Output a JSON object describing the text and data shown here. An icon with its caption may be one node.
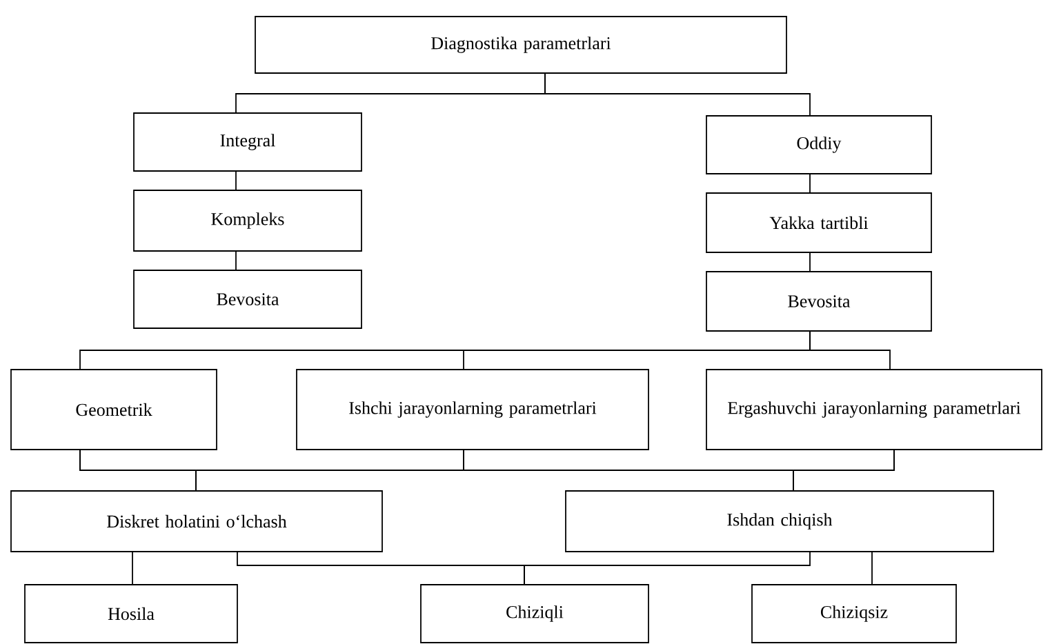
{
  "diagram": {
    "nodes": [
      {
        "text": [
          "Diagnostika parametrlari"
        ]
      },
      {
        "text": [
          "Integral"
        ]
      },
      {
        "text": [
          "Kompleks"
        ]
      },
      {
        "text": [
          "Bevosita"
        ]
      },
      {
        "text": [
          "Oddiy"
        ]
      },
      {
        "text": [
          "Yakka tartibli"
        ]
      },
      {
        "text": [
          "Bevosita"
        ]
      },
      {
        "text": [
          "Geometrik"
        ]
      },
      {
        "text": [
          "Ishchi jarayonlarning parametrlari"
        ]
      },
      {
        "text": [
          "Ergashuvchi jarayonlarning parametrlari"
        ]
      },
      {
        "text": [
          "Diskret holatini o‘lchash"
        ]
      },
      {
        "text": [
          "Ishdan chiqish"
        ]
      },
      {
        "text": [
          "Hosila"
        ]
      },
      {
        "text": [
          "Chiziqli"
        ]
      },
      {
        "text": [
          "Chiziqsiz"
        ]
      }
    ],
    "edges": [
      {
        "from": 0,
        "to": 1,
        "arrow": "none"
      },
      {
        "from": 0,
        "to": 4,
        "arrow": "none"
      },
      {
        "from": 1,
        "to": 2,
        "arrow": "none"
      },
      {
        "from": 2,
        "to": 3,
        "arrow": "none"
      },
      {
        "from": 4,
        "to": 5,
        "arrow": "none"
      },
      {
        "from": 5,
        "to": 6,
        "arrow": "none"
      },
      {
        "from": 6,
        "to": 7,
        "arrow": "none"
      },
      {
        "from": 6,
        "to": 8,
        "arrow": "none"
      },
      {
        "from": 6,
        "to": 9,
        "arrow": "none"
      },
      {
        "from": 7,
        "to": 10,
        "arrow": "none"
      },
      {
        "from": 7,
        "to": 11,
        "arrow": "none"
      },
      {
        "from": 8,
        "to": 10,
        "arrow": "none"
      },
      {
        "from": 8,
        "to": 11,
        "arrow": "none"
      },
      {
        "from": 9,
        "to": 10,
        "arrow": "none"
      },
      {
        "from": 9,
        "to": 11,
        "arrow": "none"
      },
      {
        "from": 10,
        "to": 12,
        "arrow": "none"
      },
      {
        "from": 10,
        "to": 13,
        "arrow": "none"
      },
      {
        "from": 11,
        "to": 13,
        "arrow": "none"
      },
      {
        "from": 11,
        "to": 14,
        "arrow": "none"
      }
    ]
  }
}
